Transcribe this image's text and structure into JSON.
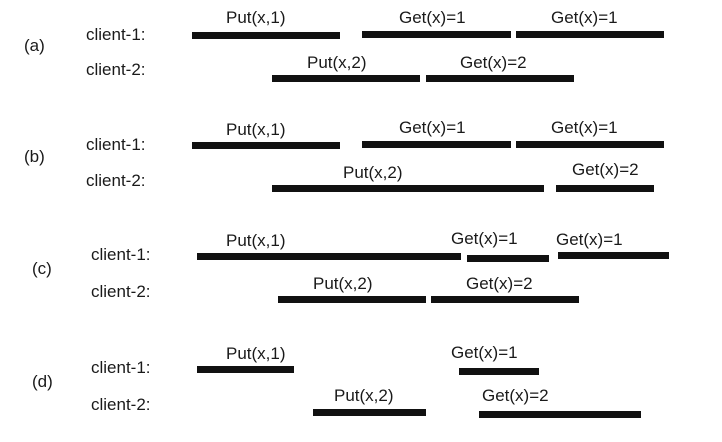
{
  "scenarios": [
    {
      "id": "(a)",
      "clients": [
        {
          "label": "client-1:",
          "ops": [
            {
              "label": "Put(x,1)"
            },
            {
              "label": "Get(x)=1"
            },
            {
              "label": "Get(x)=1"
            }
          ]
        },
        {
          "label": "client-2:",
          "ops": [
            {
              "label": "Put(x,2)"
            },
            {
              "label": "Get(x)=2"
            }
          ]
        }
      ]
    },
    {
      "id": "(b)",
      "clients": [
        {
          "label": "client-1:",
          "ops": [
            {
              "label": "Put(x,1)"
            },
            {
              "label": "Get(x)=1"
            },
            {
              "label": "Get(x)=1"
            }
          ]
        },
        {
          "label": "client-2:",
          "ops": [
            {
              "label": "Put(x,2)"
            },
            {
              "label": "Get(x)=2"
            }
          ]
        }
      ]
    },
    {
      "id": "(c)",
      "clients": [
        {
          "label": "client-1:",
          "ops": [
            {
              "label": "Put(x,1)"
            },
            {
              "label": "Get(x)=1"
            },
            {
              "label": "Get(x)=1"
            }
          ]
        },
        {
          "label": "client-2:",
          "ops": [
            {
              "label": "Put(x,2)"
            },
            {
              "label": "Get(x)=2"
            }
          ]
        }
      ]
    },
    {
      "id": "(d)",
      "clients": [
        {
          "label": "client-1:",
          "ops": [
            {
              "label": "Put(x,1)"
            },
            {
              "label": "Get(x)=1"
            }
          ]
        },
        {
          "label": "client-2:",
          "ops": [
            {
              "label": "Put(x,2)"
            },
            {
              "label": "Get(x)=2"
            }
          ]
        }
      ]
    }
  ]
}
